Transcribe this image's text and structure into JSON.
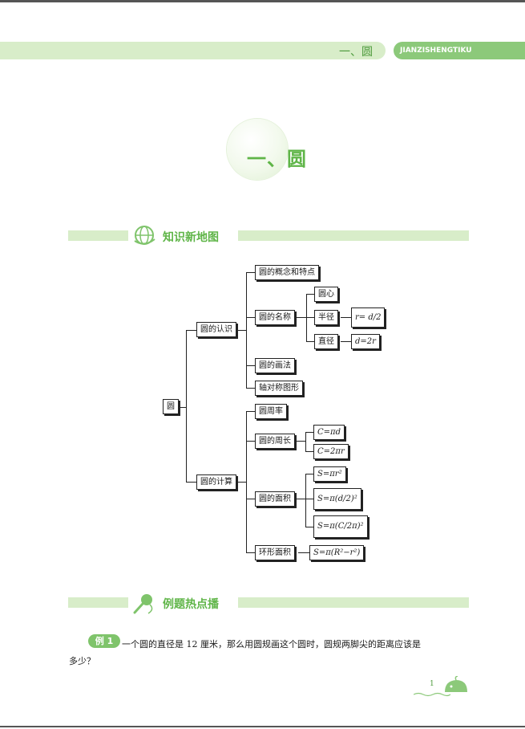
{
  "header": {
    "title": "一、圆",
    "tag": "JIANZISHENGTIKU"
  },
  "chapter": {
    "title": "一、圆"
  },
  "section1": {
    "title": "知识新地图"
  },
  "section2": {
    "title": "例题热点播"
  },
  "map": {
    "root": "圆",
    "b1": "圆的认识",
    "b2": "圆的计算",
    "b1_1": "圆的概念和特点",
    "b1_2": "圆的名称",
    "b1_2_1": "圆心",
    "b1_2_2": "半径",
    "b1_2_3": "直径",
    "f_radius": "r= d/2",
    "f_diam": "d=2r",
    "b1_3": "圆的画法",
    "b1_4": "轴对称图形",
    "b2_1": "圆周率",
    "b2_2": "圆的周长",
    "f_c1": "C=πd",
    "f_c2": "C=2πr",
    "b2_3": "圆的面积",
    "f_s1": "S=πr²",
    "f_s2": "S=π(d/2)²",
    "f_s3": "S=π(C/2π)²",
    "b2_4": "环形面积",
    "f_ring": "S=π(R²−r²)"
  },
  "example": {
    "badge": "例 1",
    "line1": "一个圆的直径是 12 厘米，那么用圆规画这个圆时，圆规两脚尖的距离应该是",
    "line2": "多少？"
  },
  "page": {
    "number": "1"
  },
  "colors": {
    "accent": "#5fb548",
    "band": "#d8edc9",
    "tag": "#8cc97a"
  }
}
